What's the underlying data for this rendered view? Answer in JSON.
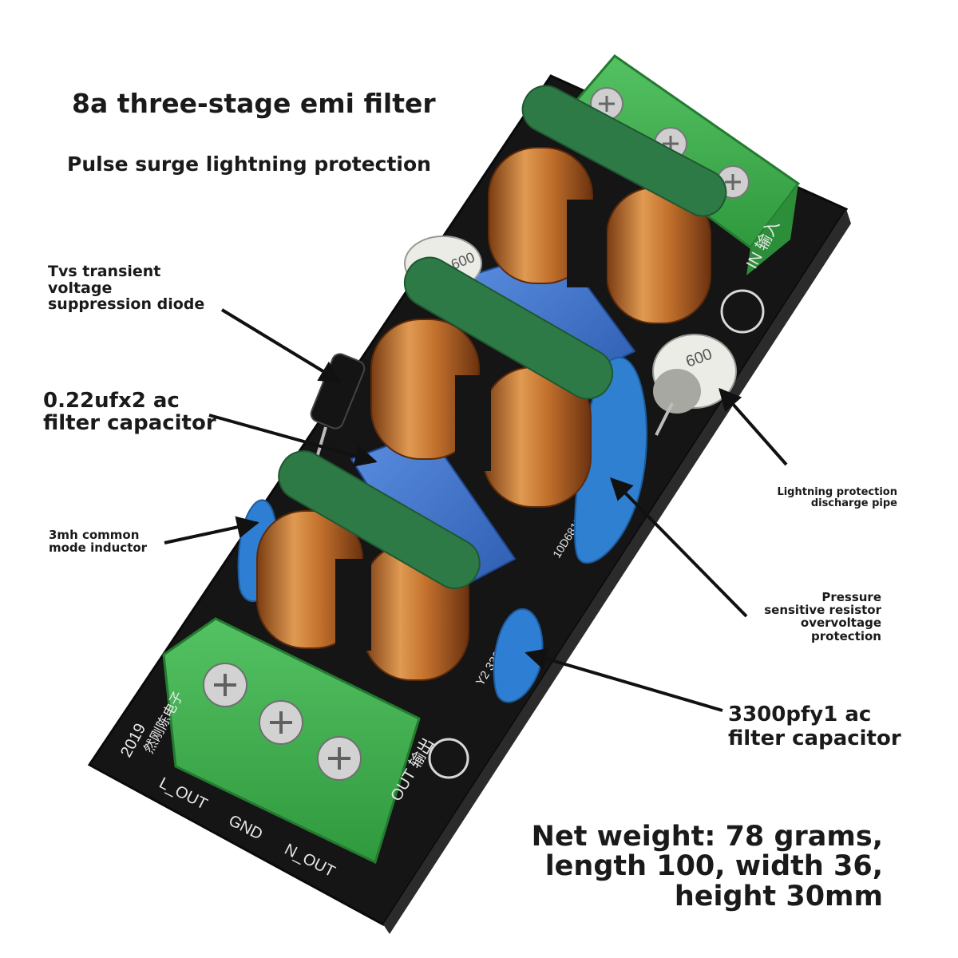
{
  "title": "8a three-stage emi filter",
  "subtitle": "Pulse surge lightning protection",
  "callouts": {
    "tvs": [
      "Tvs transient",
      "voltage",
      "suppression diode"
    ],
    "cap_022": [
      "0.22ufx2 ac",
      "filter capacitor"
    ],
    "inductor": [
      "3mh common",
      "mode inductor"
    ],
    "lightning": [
      "Lightning protection",
      "discharge pipe"
    ],
    "varistor": [
      "Pressure",
      "sensitive resistor",
      "overvoltage",
      "protection"
    ],
    "cap_3300": [
      "3300pfy1 ac",
      "filter capacitor"
    ]
  },
  "specs": [
    "Net weight: 78 grams,",
    "length 100, width 36,",
    "height 30mm"
  ],
  "board_print": {
    "terminal_labels": [
      "L_OUT",
      "GND",
      "N_OUT"
    ],
    "out_label": "OUT 输出",
    "in_label": "IN 输入",
    "cap_print": "Y2 3300PF",
    "varistor_print": "10D681K",
    "tube_print": "600",
    "model_print": "2019",
    "brand_print": "然刚陈电子"
  },
  "colors": {
    "pcb": "#161616",
    "terminal": "#3fb84d",
    "copper": "#c9772f",
    "core": "#2e7a47",
    "xcap": "#3b6ec9",
    "ycap": "#2e7fd3",
    "tube": "#e9e9e2"
  }
}
